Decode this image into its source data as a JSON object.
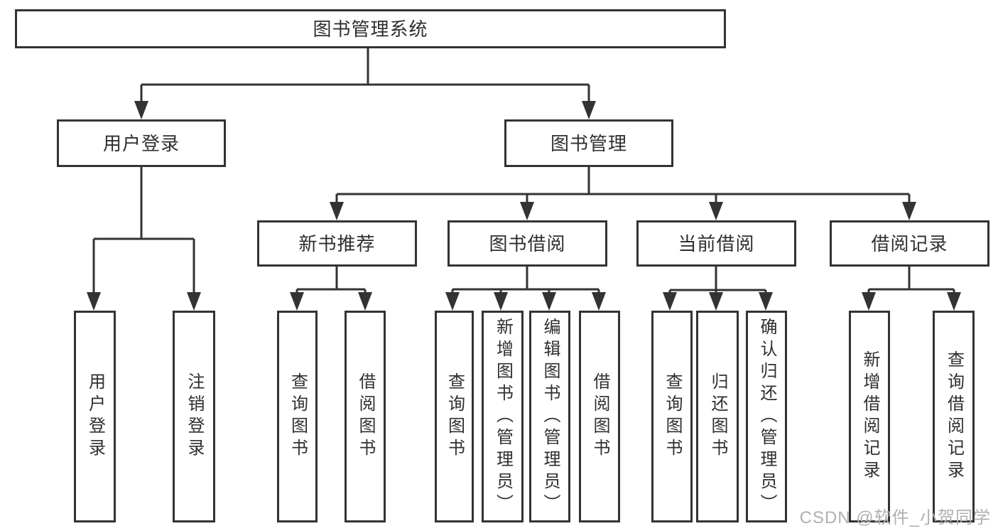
{
  "title": "图书管理系统",
  "tree": {
    "root": {
      "label": "图书管理系统"
    },
    "branches": [
      {
        "label": "用户登录",
        "children": [
          {
            "label": "用户登录"
          },
          {
            "label": "注销登录"
          }
        ]
      },
      {
        "label": "图书管理",
        "children": [
          {
            "label": "新书推荐",
            "children": [
              {
                "label": "查询图书"
              },
              {
                "label": "借阅图书"
              }
            ]
          },
          {
            "label": "图书借阅",
            "children": [
              {
                "label": "查询图书"
              },
              {
                "label": "新增图书（管理员）"
              },
              {
                "label": "编辑图书（管理员）"
              },
              {
                "label": "借阅图书"
              }
            ]
          },
          {
            "label": "当前借阅",
            "children": [
              {
                "label": "查询图书"
              },
              {
                "label": "归还图书"
              },
              {
                "label": "确认归还（管理员）"
              }
            ]
          },
          {
            "label": "借阅记录",
            "children": [
              {
                "label": "新增借阅记录"
              },
              {
                "label": "查询借阅记录"
              }
            ]
          }
        ]
      }
    ]
  },
  "watermark": {
    "text": "CSDN @软件_小贺同学"
  },
  "colors": {
    "line": "#333333",
    "text": "#2f2f2f",
    "watermark": "#b0b0b0",
    "bg": "#ffffff"
  }
}
